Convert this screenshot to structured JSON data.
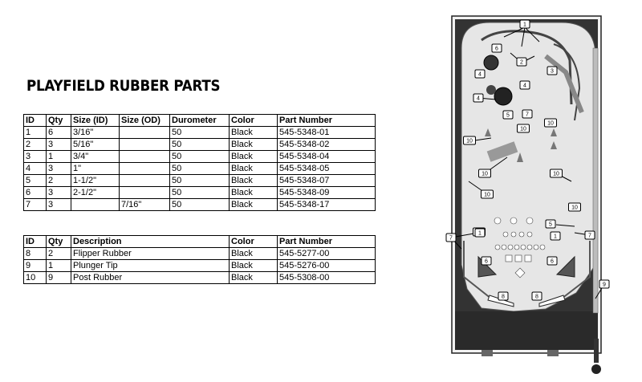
{
  "title": "PLAYFIELD RUBBER PARTS",
  "rubber_table": {
    "headers": [
      "ID",
      "Qty",
      "Size (ID)",
      "Size (OD)",
      "Durometer",
      "Color",
      "Part Number"
    ],
    "rows": [
      [
        "1",
        "6",
        "3/16\"",
        "",
        "50",
        "Black",
        "545-5348-01"
      ],
      [
        "2",
        "3",
        "5/16\"",
        "",
        "50",
        "Black",
        "545-5348-02"
      ],
      [
        "3",
        "1",
        "3/4\"",
        "",
        "50",
        "Black",
        "545-5348-04"
      ],
      [
        "4",
        "3",
        "1\"",
        "",
        "50",
        "Black",
        "545-5348-05"
      ],
      [
        "5",
        "2",
        "1-1/2\"",
        "",
        "50",
        "Black",
        "545-5348-07"
      ],
      [
        "6",
        "3",
        "2-1/2\"",
        "",
        "50",
        "Black",
        "545-5348-09"
      ],
      [
        "7",
        "3",
        "",
        "7/16\"",
        "50",
        "Black",
        "545-5348-17"
      ]
    ]
  },
  "misc_table": {
    "headers": [
      "ID",
      "Qty",
      "Description",
      "Color",
      "Part Number"
    ],
    "rows": [
      [
        "8",
        "2",
        "Flipper Rubber",
        "Black",
        "545-5277-00"
      ],
      [
        "9",
        "1",
        "Plunger Tip",
        "Black",
        "545-5276-00"
      ],
      [
        "10",
        "9",
        "Post Rubber",
        "Black",
        "545-5308-00"
      ]
    ]
  },
  "callouts": [
    "1",
    "6",
    "2",
    "3",
    "4",
    "4",
    "4",
    "5",
    "7",
    "10",
    "10",
    "10",
    "10",
    "10",
    "10",
    "10",
    "5",
    "10",
    "7",
    "1",
    "1",
    "7",
    "6",
    "6",
    "8",
    "8",
    "9"
  ]
}
